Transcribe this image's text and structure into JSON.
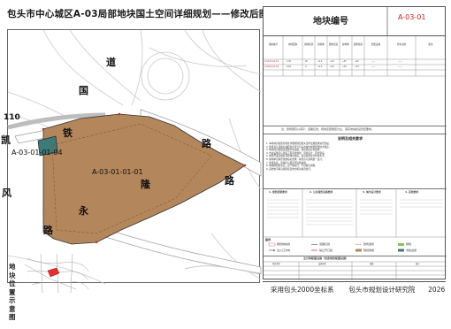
{
  "title": "包头市中心城区A-03局部地块国土空间详细规划——修改后图则",
  "map": {
    "road_labels": [
      {
        "text": "道"
      },
      {
        "text": "国"
      },
      {
        "text": "110"
      },
      {
        "text": "凯"
      },
      {
        "text": "铁"
      },
      {
        "text": "风"
      },
      {
        "text": "路"
      },
      {
        "text": "路"
      },
      {
        "text": "路"
      },
      {
        "text": "隆"
      },
      {
        "text": "永"
      }
    ],
    "parcels": [
      {
        "code": "A-03-01-01-04",
        "color": "#3d7a78"
      },
      {
        "code": "A-03-01-01-01",
        "color": "#b4865c"
      }
    ]
  },
  "locator": {
    "label": "地块位置示意图"
  },
  "panel": {
    "header_title": "地块编号",
    "header_code": "A-03-01",
    "table_headers": [
      "地块编号",
      "用地面积",
      "用地性质",
      "容积率",
      "建筑密度",
      "绿地率",
      "建筑限高",
      "配套设施",
      "停车泊位",
      "备注"
    ],
    "table_rows": [
      [
        "A-03-01-01-01",
        "2.45",
        "R2",
        "≤2.0",
        "≤30",
        "≥35",
        "≤60",
        "——",
        "——",
        ""
      ],
      [
        "A-03-01-01-04",
        "0.18",
        "U",
        "≤1.0",
        "≤40",
        "≥30",
        "≤24",
        "——",
        "——",
        ""
      ]
    ],
    "note_line": "注：建筑限高以海平、道路红线、视线走廊规控为主，落实地块建设管控要求。",
    "notes_title": "说明及相关要求",
    "notes": [
      "1. 本地块应按照控制性详细规划及相关法律法规要求进行建设。",
      "2. 建筑退让道路红线距离应符合包头市城市规划管理技术规定。",
      "3. 地块内应按规定配建停车设施，满足相关标准要求。",
      "4. 市政设施应与建设工程同步规划、同步设计、同步建设。",
      "5. 地块开发应做好海绵城市建设，提高雨水综合利用水平。",
      "6. 绿地率应满足规划指标要求，绿化应与建筑统一设计。",
      "7. 建筑色彩、风格应与周边环境相协调。",
      "8. 本图则经批准后，应严格执行，不得擅自调整。",
      "9. 其他未尽事宜按国家及地方相关规范执行。"
    ],
    "control_boxes": [
      "1. 规划控制要求",
      "2. 公共服务设施要求",
      "3. 城市设计要求",
      "4. 其他要求"
    ],
    "legend_title": "图例",
    "legend": [
      {
        "label": "规划地块线"
      },
      {
        "label": "道路红线"
      },
      {
        "label": "建筑退线"
      },
      {
        "label": "绿地"
      },
      {
        "label": "出入口方向"
      },
      {
        "label": "禁止开口段"
      },
      {
        "label": "规划用地"
      },
      {
        "label": "市政设施"
      }
    ],
    "sub_table_title": "五分钟配套设施（包含地铁配套设施）",
    "sub_headers": [
      "项目类型",
      "设施名称",
      "规模",
      "备注"
    ]
  },
  "footer": {
    "coordinate_system": "采用包头2000坐标系",
    "institute": "包头市规划设计研究院",
    "year": "2026"
  },
  "colors": {
    "residential_parcel": "#b4865c",
    "utility_parcel": "#3d7a78",
    "header_code": "#d02020"
  }
}
